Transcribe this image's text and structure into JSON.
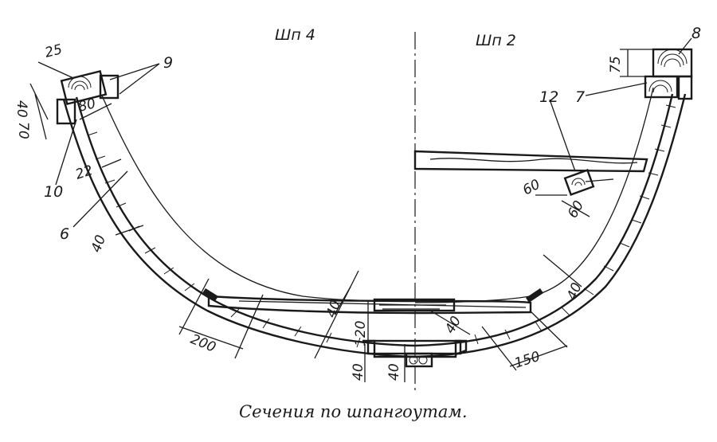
{
  "section_labels": {
    "left": "Шп 4",
    "right": "Шп 2"
  },
  "callouts": [
    "9",
    "8",
    "7",
    "12",
    "10",
    "6"
  ],
  "dimensions": {
    "d25": "25",
    "d40_top": "40",
    "d70": "70",
    "d80_left": "80",
    "d22": "22",
    "d40_left": "40",
    "d200": "200",
    "d40_mid": "40",
    "d120": "120",
    "d40_keel_a": "40",
    "d40_keel_b": "40",
    "d40_right_mid": "40",
    "d150": "150",
    "d40_right": "40",
    "d75": "75",
    "d60_a": "60",
    "d60_b": "60"
  },
  "caption": "Сечения по шпангоутам."
}
